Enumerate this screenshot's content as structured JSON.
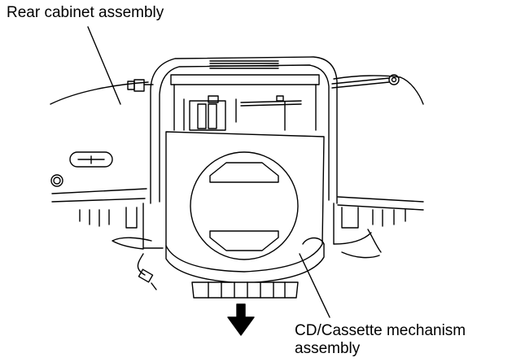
{
  "diagram": {
    "labels": {
      "rear_cabinet": "Rear cabinet assembly",
      "cd_cassette_line1": "CD/Cassette mechanism",
      "cd_cassette_line2": "assembly"
    },
    "arrow_direction": "down",
    "colors": {
      "ink": "#000000",
      "background": "#ffffff"
    }
  }
}
